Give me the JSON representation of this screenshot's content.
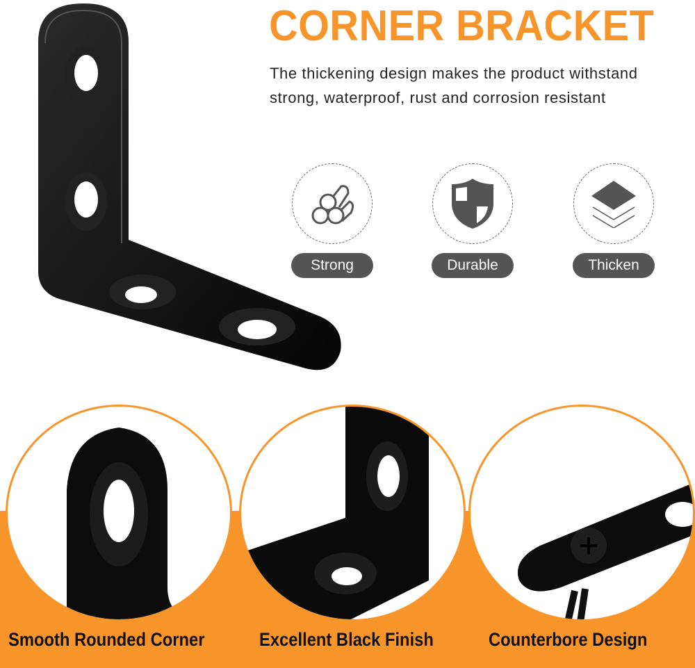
{
  "title": "CORNER BRACKET",
  "description": "The thickening design makes the product withstand strong, waterproof, rust and corrosion resistant",
  "features": [
    {
      "label": "Strong",
      "icon": "pipes-icon"
    },
    {
      "label": "Durable",
      "icon": "shield-icon"
    },
    {
      "label": "Thicken",
      "icon": "layers-icon"
    }
  ],
  "details": [
    {
      "caption": "Smooth Rounded Corner"
    },
    {
      "caption": "Excellent Black Finish"
    },
    {
      "caption": "Counterbore Design"
    }
  ],
  "colors": {
    "accent": "#f7952b",
    "pill": "#555555",
    "metal": "#111111"
  }
}
